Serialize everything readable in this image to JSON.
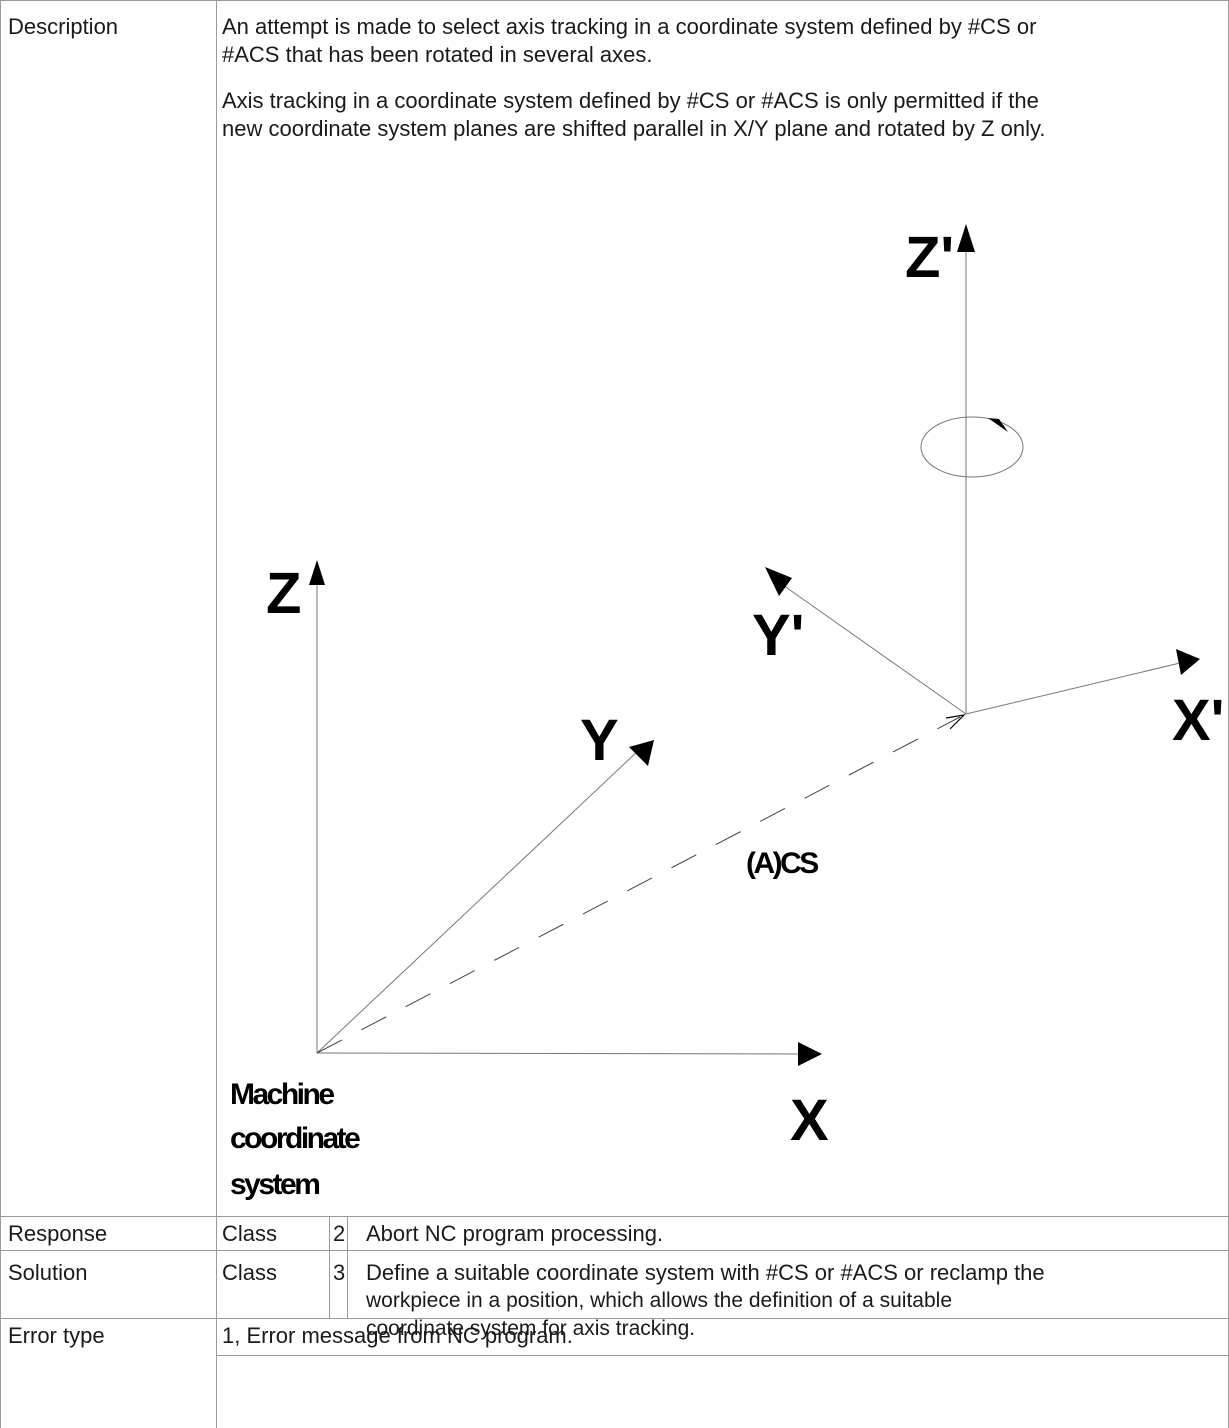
{
  "rows": {
    "description": {
      "label": "Description",
      "paragraph1_line1": "An attempt is made to select axis tracking in a coordinate system defined by #CS or",
      "paragraph1_line2": "#ACS that has been rotated in several axes.",
      "paragraph2_line1": "Axis tracking in a coordinate system defined by #CS or #ACS is only permitted if the",
      "paragraph2_line2": "new coordinate system planes are shifted parallel in X/Y plane and rotated by Z only."
    },
    "response": {
      "label": "Response",
      "class_label": "Class",
      "class_value": "2",
      "text": "Abort NC program processing."
    },
    "solution": {
      "label": "Solution",
      "class_label": "Class",
      "class_value": "3",
      "text_line1": "Define a suitable coordinate system with #CS or #ACS or reclamp the",
      "text_line2": "workpiece in a position, which allows the definition of a suitable",
      "text_line3": "coordinate system for axis tracking."
    },
    "error_type": {
      "label": "Error type",
      "text": "1, Error message from NC program."
    }
  },
  "diagram": {
    "machine_axes": {
      "z": "Z",
      "y": "Y",
      "x": "X"
    },
    "rotated_axes": {
      "z": "Z'",
      "y": "Y'",
      "x": "X'"
    },
    "offset_label": "(A)CS",
    "machine_caption": [
      "Machine",
      "coordinate",
      "system"
    ]
  }
}
